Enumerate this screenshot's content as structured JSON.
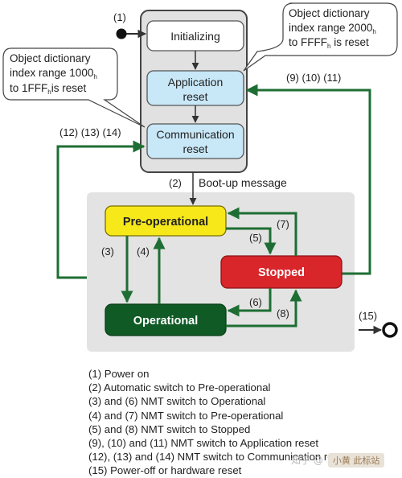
{
  "labels": {
    "power_on": "(1)",
    "power_off": "(15)",
    "bootup": "Boot-up message",
    "bootup_num": "(2)",
    "app_arrow": "(9) (10) (11)",
    "comm_arrow": "(12) (13) (14)",
    "n3": "(3)",
    "n4": "(4)",
    "n5": "(5)",
    "n6": "(6)",
    "n7": "(7)",
    "n8": "(8)"
  },
  "states": {
    "initializing": "Initializing",
    "application_reset": [
      "Application",
      "reset"
    ],
    "communication_reset": [
      "Communication",
      "reset"
    ],
    "pre_operational": "Pre-operational",
    "operational": "Operational",
    "stopped": "Stopped"
  },
  "callouts": {
    "right": [
      "Object dictionary",
      "index range 2000",
      "to FFFF",
      " is reset"
    ],
    "left": [
      "Object dictionary",
      "index range 1000",
      "to 1FFF",
      "is reset"
    ],
    "subscript": "h"
  },
  "legend": [
    "(1) Power on",
    "(2) Automatic switch to Pre-operational",
    "(3) and (6) NMT switch to Operational",
    "(4) and (7) NMT switch to Pre-operational",
    "(5) and (8) NMT switch to Stopped",
    "(9), (10) and (11) NMT switch to Application reset",
    "(12), (13) and (14) NMT switch to Communication reset",
    "(15) Power-off or hardware reset"
  ],
  "watermark": {
    "left": "知乎 @",
    "badge": "小黄 此标站"
  },
  "colors": {
    "green": "#1e6e33",
    "pre_operational": "#f7e81a",
    "operational": "#0f5a25",
    "stopped": "#d8262a",
    "reset_boxes": "#c8e7f7",
    "panel": "#e3e3e3"
  }
}
